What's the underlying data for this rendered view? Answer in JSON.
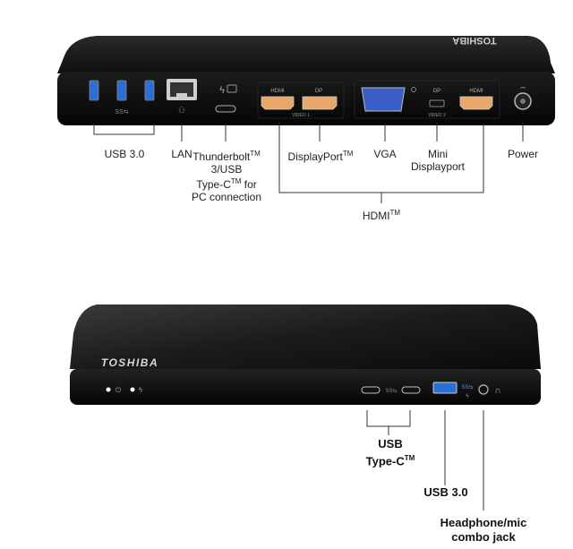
{
  "top_view": {
    "brand": "TOSHIBA",
    "port_marks": {
      "hdmi_1": "HDMI",
      "dp_1": "DP",
      "video_1": "VIDEO 1",
      "dp_2": "DP",
      "hdmi_2": "HDMI",
      "video_2": "VIDEO 2"
    },
    "labels": {
      "usb30": "USB 3.0",
      "lan": "LAN",
      "thunderbolt_line1": "Thunderbolt",
      "thunderbolt_line2": "3/USB",
      "thunderbolt_line3": "Type-C",
      "thunderbolt_line3_suffix": " for",
      "thunderbolt_line4": "PC connection",
      "displayport": "DisplayPort",
      "vga": "VGA",
      "mini_dp_line1": "Mini",
      "mini_dp_line2": "Displayport",
      "power": "Power",
      "hdmi": "HDMI",
      "tm": "TM"
    }
  },
  "bottom_view": {
    "brand": "TOSHIBA",
    "labels": {
      "usb_typec_line1": "USB",
      "usb_typec_line2": "Type-C",
      "usb30": "USB 3.0",
      "headphone_line1": "Headphone/mic",
      "headphone_line2": "combo jack",
      "tm": "TM"
    }
  },
  "colors": {
    "body": "#1a1a1a",
    "usb_blue": "#2a6fd6",
    "vga_blue": "#3a5fc8",
    "leader": "#333333"
  }
}
